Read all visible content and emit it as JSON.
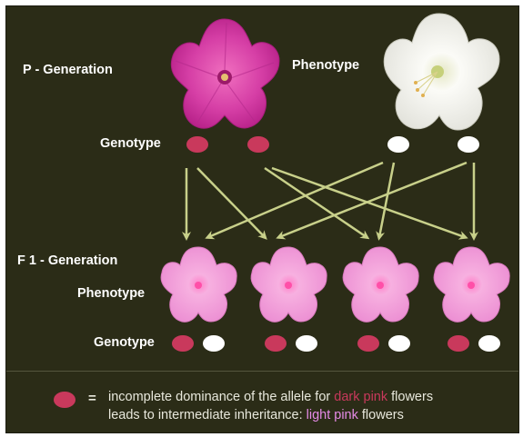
{
  "labels": {
    "p_generation": "P - Generation",
    "phenotype_top": "Phenotype",
    "genotype_top": "Genotype",
    "f1_generation": "F 1 - Generation",
    "phenotype_f1": "Phenotype",
    "genotype_f1": "Genotype",
    "equals": "="
  },
  "legend": {
    "line1_prefix": "incomplete dominance of the allele for ",
    "line1_highlight": "dark pink",
    "line1_suffix": " flowers",
    "line2_prefix": "leads to intermediate inheritance: ",
    "line2_highlight": "light pink",
    "line2_suffix": " flowers"
  },
  "colors": {
    "background": "#2b2c17",
    "dark_pink_allele": "#c9395c",
    "white_allele": "#ffffff",
    "arrow": "#c8d08a",
    "dark_pink_flower": "#d63fa6",
    "light_pink_flower": "#f29ad6",
    "white_flower": "#f4f4f0"
  }
}
